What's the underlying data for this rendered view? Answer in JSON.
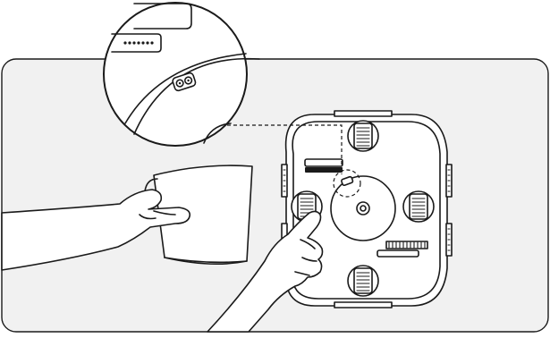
{
  "illustration": {
    "subject": "robot-vacuum-underside-cleaning",
    "icons": [
      "panel-background",
      "robot-vacuum-body",
      "drive-wheel-icon",
      "center-cap-icon",
      "sensor-window-icon",
      "contact-pins-icon",
      "magnifier-callout",
      "cup-icon",
      "left-hand-icon",
      "right-hand-icon"
    ],
    "colors": {
      "panel": "#f1f1f1",
      "line": "#1a1a1a",
      "body": "#ffffff",
      "vacuum_inner": "#ffffff",
      "accent_dark": "#1a1a1a"
    }
  }
}
